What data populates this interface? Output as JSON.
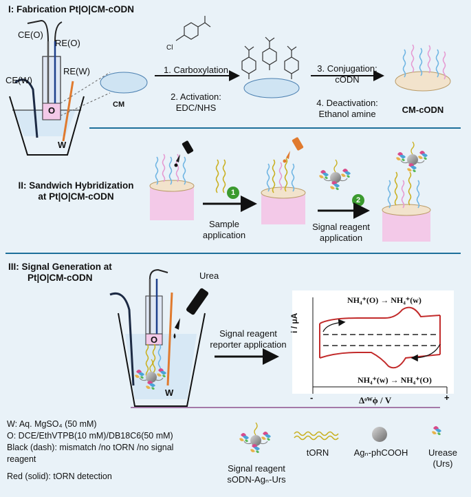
{
  "sections": {
    "s1": {
      "title": "I: Fabrication Pt|O|CM-cODN",
      "electrodes": {
        "ce_o": "CE(O)",
        "re_o": "RE(O)",
        "ce_w": "CE(W)",
        "re_w": "RE(W)",
        "o": "O",
        "w": "W"
      },
      "cm": "CM",
      "reagent_charge": "Cl",
      "steps": {
        "step1": "1. Carboxylation",
        "step2_line1": "2. Activation:",
        "step2_line2": "EDC/NHS",
        "step3_line1": "3. Conjugation:",
        "step3_line2": "cODN",
        "step4_line1": "4. Deactivation:",
        "step4_line2": "Ethanol amine"
      },
      "product": "CM-cODN"
    },
    "s2": {
      "title_line1": "II: Sandwich Hybridization",
      "title_line2": "at Pt|O|CM-cODN",
      "badge1": "1",
      "badge2": "2",
      "step1_line1": "Sample",
      "step1_line2": "application",
      "step2_line1": "Signal reagent",
      "step2_line2": "application"
    },
    "s3": {
      "title_line1": "III: Signal Generation at",
      "title_line2": "Pt|O|CM-cODN",
      "urea": "Urea",
      "o": "O",
      "w": "W",
      "arrow_line1": "Signal reagent",
      "arrow_line2": "reporter application",
      "cv_top": "NH₄⁺(O) → NH₄⁺(w)",
      "cv_bottom": "NH₄⁺(w) → NH₄⁺(O)",
      "ylabel": "i / μA",
      "xlabel": "Δᵒᵂϕ / V",
      "minus": "-",
      "plus": "+"
    },
    "legend": {
      "line1": "W: Aq. MgSO₄ (50 mM)",
      "line2": "O: DCE/EthVTPB(10 mM)/DB18C6(50 mM)",
      "line3": "Black (dash): mismatch /no tORN /no signal",
      "line4": "reagent",
      "line5": "Red (solid): tORN detection",
      "torn": "tORN",
      "ag": "Agₙ-phCOOH",
      "urease_line1": "Urease",
      "urease_line2": "(Urs)",
      "signal_line1": "Signal reagent",
      "signal_line2": "sODN-Agₙ-Urs"
    }
  },
  "colors": {
    "divider": "#1d6f9a",
    "divider_purple": "#8e4f8e",
    "orange": "#e07a2e",
    "pink": "#f3c9e8",
    "disk": "#cfe4f3",
    "red": "#c22a2a",
    "green": "#3b9a2f",
    "strand_blue": "#6fb5e3",
    "strand_pink": "#e69ad2",
    "gold": "#c9b020"
  }
}
